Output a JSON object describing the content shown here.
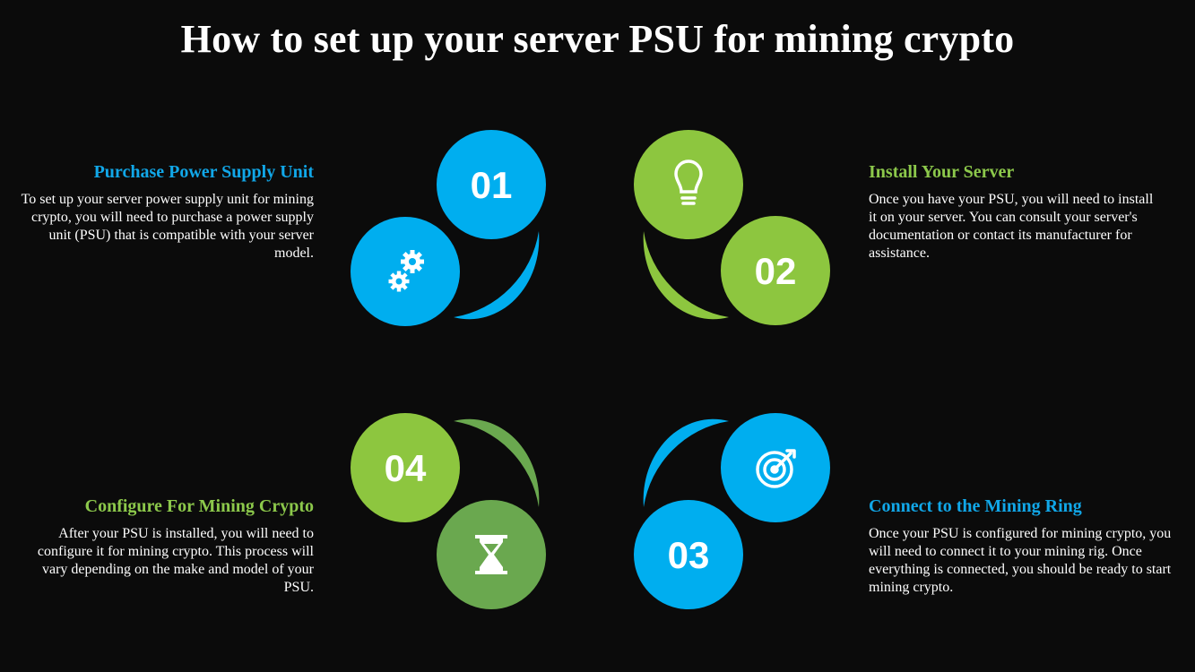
{
  "title": "How to set up your server PSU for mining crypto",
  "colors": {
    "blue": "#00aeef",
    "green": "#8dc63f",
    "dark_green": "#6aa84f",
    "background": "#0b0b0b"
  },
  "steps": [
    {
      "number": "01",
      "heading": "Purchase Power Supply Unit",
      "text": "To set up your server power supply unit for mining crypto, you will need to purchase a power supply unit (PSU) that is compatible with your server model.",
      "icon": "gears-icon",
      "color": "blue"
    },
    {
      "number": "02",
      "heading": "Install Your Server",
      "text": "Once you have your PSU, you will need to install it on your server. You can consult your server's documentation or contact its manufacturer for assistance.",
      "icon": "lightbulb-icon",
      "color": "green"
    },
    {
      "number": "03",
      "heading": "Connect to the Mining Ring",
      "text": "Once your PSU is configured for mining crypto, you will need to connect it to your mining rig. Once everything is connected, you should be ready to start mining crypto.",
      "icon": "target-icon",
      "color": "blue"
    },
    {
      "number": "04",
      "heading": "Configure For Mining Crypto",
      "text": "After your PSU is installed, you will need to configure it for mining crypto. This process will vary depending on the make and model of your PSU.",
      "icon": "hourglass-icon",
      "color": "green"
    }
  ]
}
